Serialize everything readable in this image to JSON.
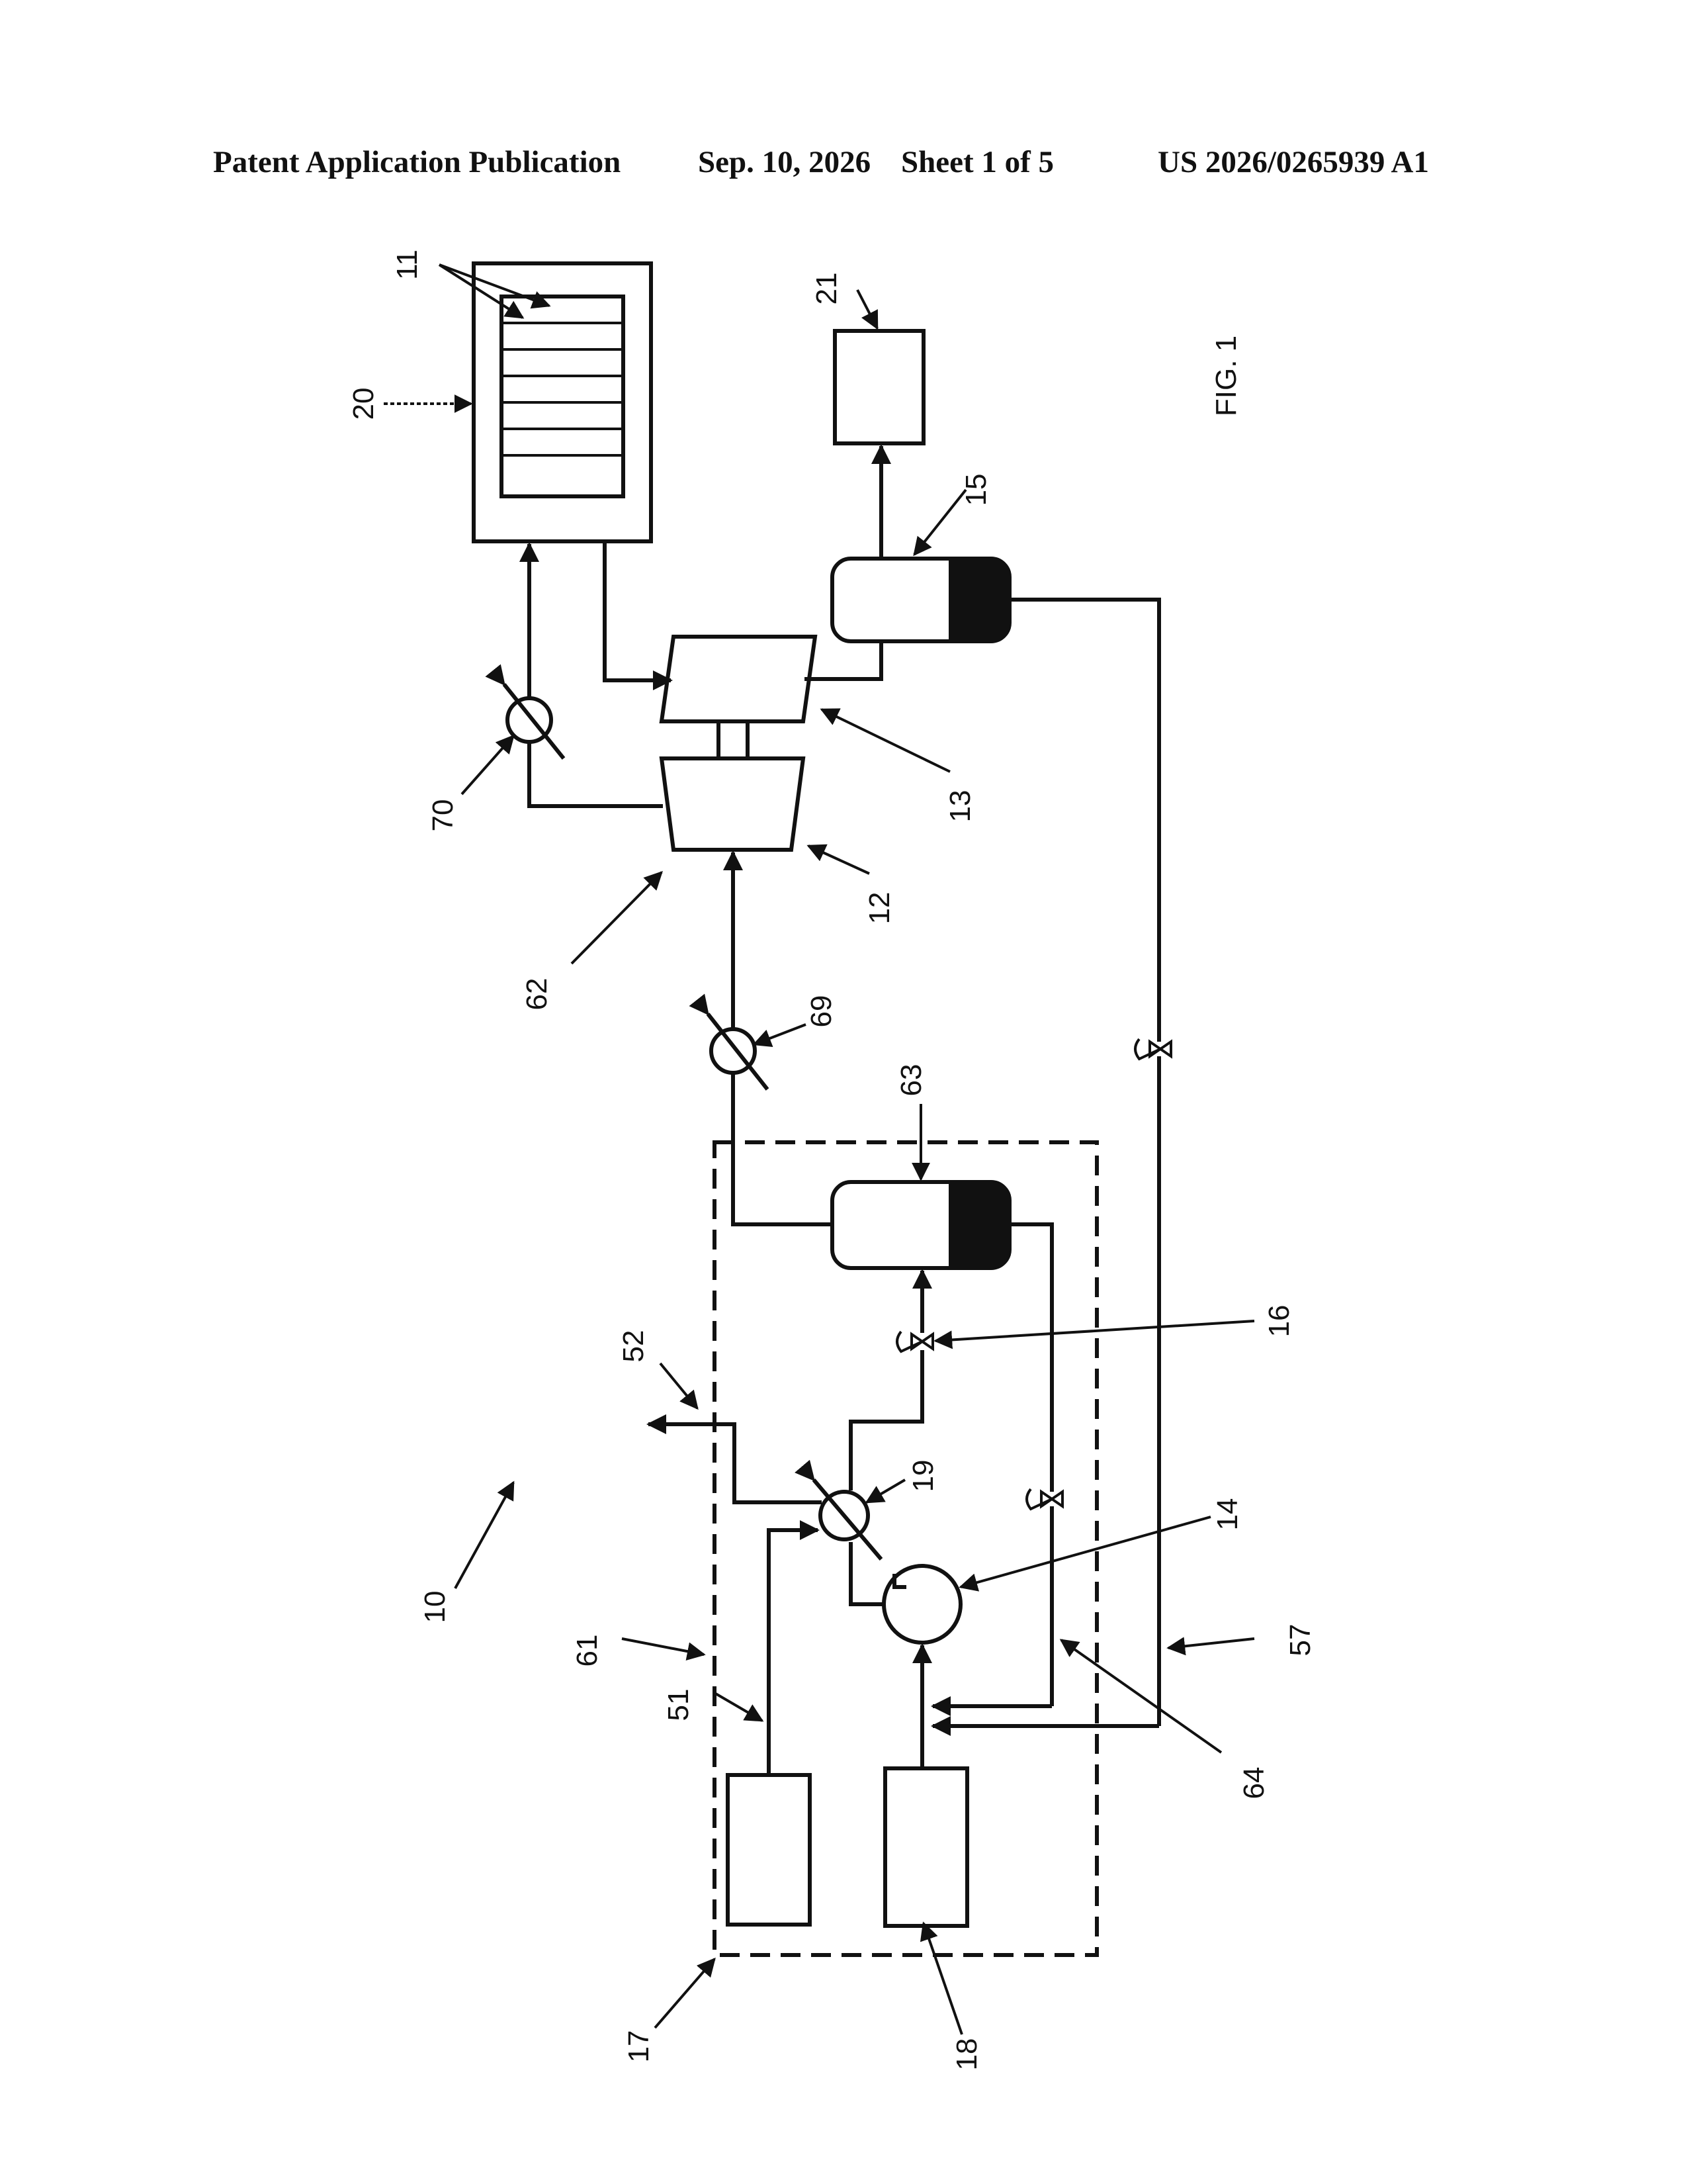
{
  "header": {
    "left": "Patent Application Publication",
    "date": "Sep. 10, 2026",
    "sheet": "Sheet 1 of 5",
    "number": "US 2026/0265939 A1"
  },
  "figure": {
    "caption": "FIG. 1",
    "labels": {
      "l10": "10",
      "l11": "11",
      "l12": "12",
      "l13": "13",
      "l14": "14",
      "l15": "15",
      "l16": "16",
      "l17": "17",
      "l18": "18",
      "l19": "19",
      "l20": "20",
      "l21": "21",
      "l51": "51",
      "l52": "52",
      "l57": "57",
      "l61": "61",
      "l62": "62",
      "l63": "63",
      "l64": "64",
      "l69": "69",
      "l70": "70"
    }
  }
}
